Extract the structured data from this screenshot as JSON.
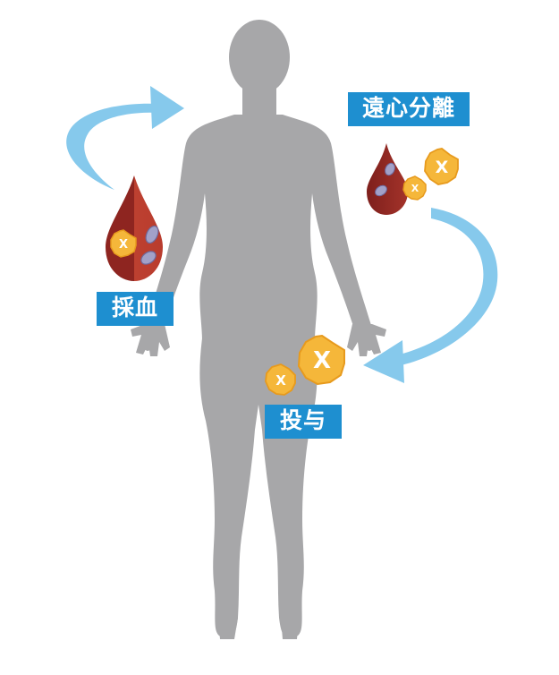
{
  "labels": {
    "blood_draw": "採血",
    "centrifugation": "遠心分離",
    "administration": "投与"
  },
  "markers": {
    "factor_letter": "X"
  },
  "colors": {
    "silhouette": "#a7a7a9",
    "arrow": "#86c9ec",
    "label_bg": "#1e8fd0",
    "blood_dark": "#8e2520",
    "blood_light": "#bd4030",
    "badge_fill": "#f5b73a",
    "badge_stroke": "#e79a1d",
    "cell_fill": "#a2a1c8"
  }
}
